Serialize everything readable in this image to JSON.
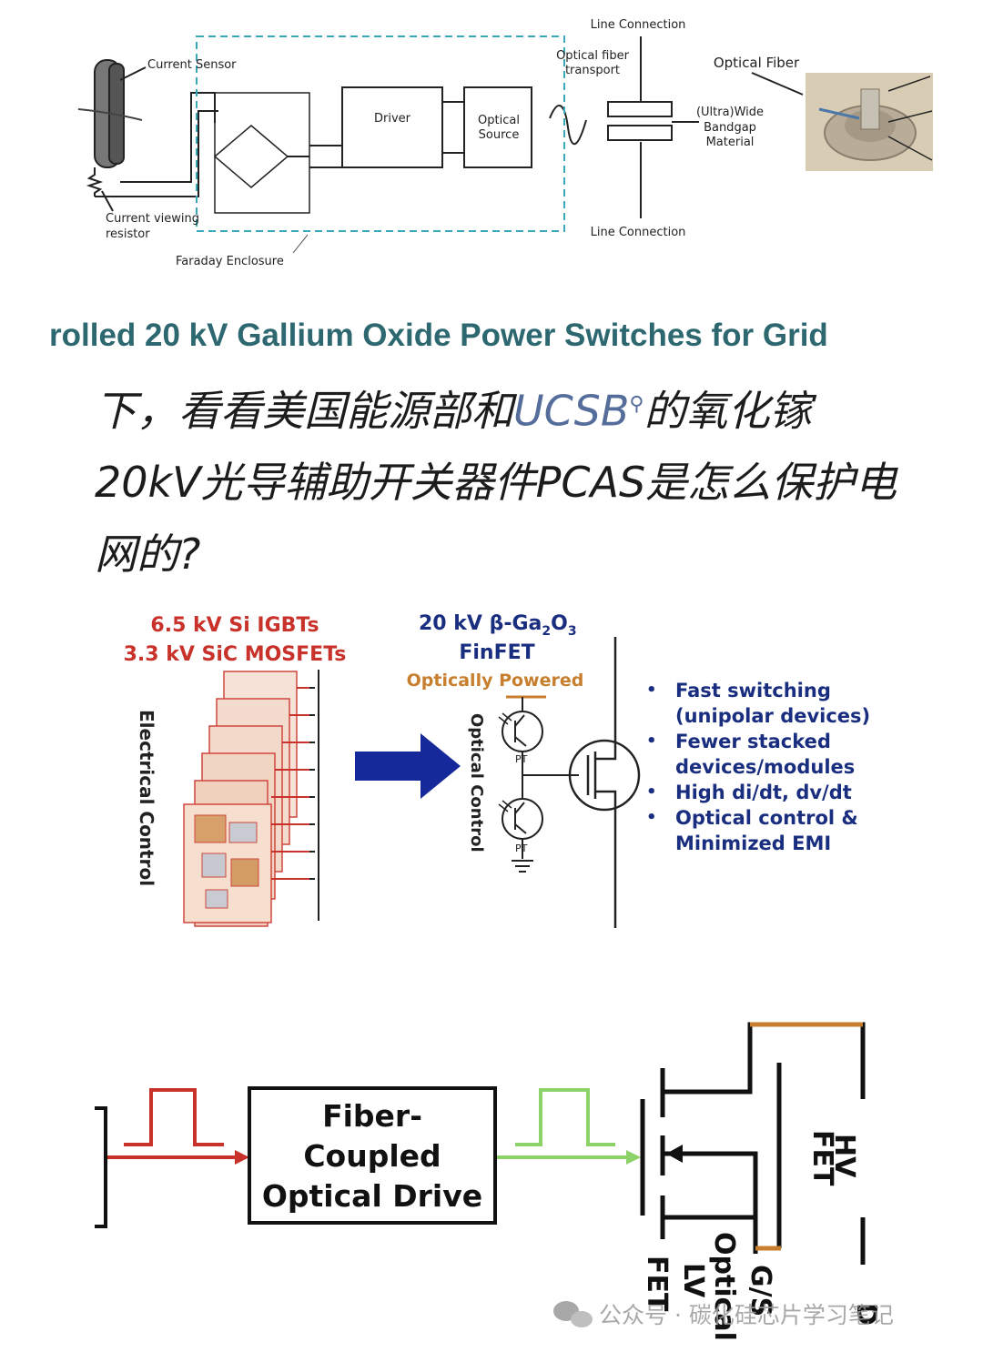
{
  "fig1": {
    "current_sensor": "Current Sensor",
    "current_viewing_1": "Current viewing",
    "current_viewing_2": "resistor",
    "faraday": "Faraday Enclosure",
    "driver": "Driver",
    "optical_source_1": "Optical",
    "optical_source_2": "Source",
    "fiber_transport_1": "Optical fiber",
    "fiber_transport_2": "transport",
    "line_top": "Line Connection",
    "line_bottom": "Line Connection",
    "uwbg_1": "(Ultra)Wide",
    "uwbg_2": "Bandgap",
    "uwbg_3": "Material",
    "optical_fiber": "Optical Fiber"
  },
  "banner": {
    "text": "rolled 20 kV Gallium Oxide Power Switches for Grid"
  },
  "question": {
    "part1": "下，看看美国能源部和",
    "link": "UCSB",
    "part2": "的氧化镓20kV光导辅助开关器件PCAS是怎么保护电网的?"
  },
  "fig2": {
    "left_title_1": "6.5 kV Si IGBTs",
    "left_title_2": "3.3 kV SiC MOSFETs",
    "electrical_control": "Electrical Control",
    "right_title_1": "20 kV β-Ga",
    "right_title_sub1": "2",
    "right_title_o": "O",
    "right_title_sub2": "3",
    "right_title_2": "FinFET",
    "optically_powered": "Optically Powered",
    "optical_control": "Optical Control",
    "pt_1": "PT",
    "pt_2": "PT",
    "bullets": [
      {
        "line1": "Fast switching",
        "line2": "(unipolar devices)"
      },
      {
        "line1": "Fewer stacked",
        "line2": "devices/modules"
      },
      {
        "line1": "High di/dt, dv/dt",
        "line2": ""
      },
      {
        "line1": "Optical control &",
        "line2": "Minimized EMI"
      }
    ],
    "colors": {
      "red": "#c8322a",
      "navy": "#1a2e80",
      "orange": "#c77f2e"
    }
  },
  "fig3": {
    "drive_1": "Fiber-",
    "drive_2": "Coupled",
    "drive_3": "Optical Drive",
    "hv": "HV",
    "fet": "FET",
    "gs": "G/S",
    "optical": "Optical",
    "lv": "LV",
    "lvfet": "FET",
    "d": "D",
    "colors": {
      "red": "#c8322a",
      "green": "#8cd268",
      "orange": "#c77f2e"
    }
  },
  "watermark": {
    "text": "公众号 · 碳化硅芯片学习笔记"
  }
}
